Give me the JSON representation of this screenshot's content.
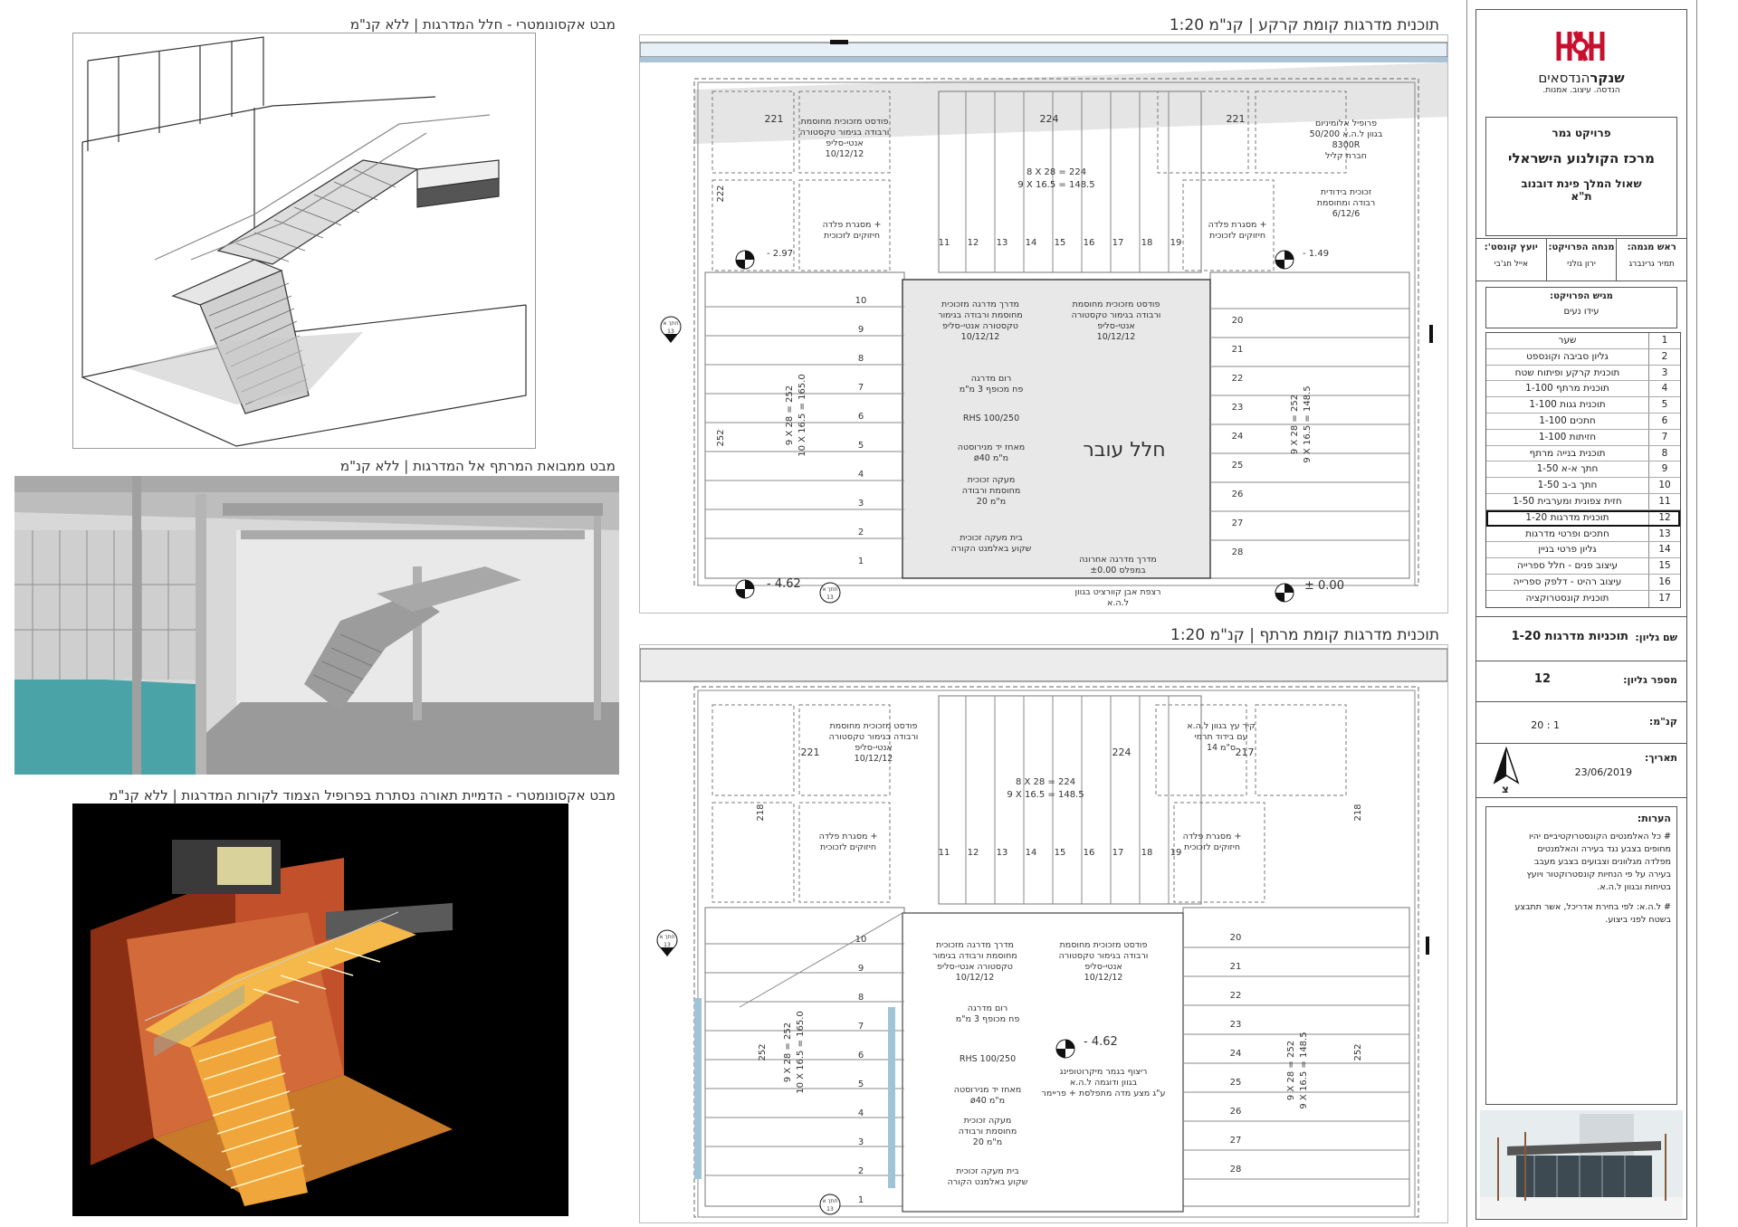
{
  "captions": {
    "axo_top": "מבט אקסונומטרי - חלל המדרגות | ללא קנ\"מ",
    "entry_view": "מבט ממבואת המרתף אל המדרגות | ללא קנ\"מ",
    "axo_render": "מבט אקסונומטרי - הדמיית תאורה נסתרת בפרופיל הצמוד לקורות המדרגות | ללא קנ\"מ",
    "plan_ground": "תוכנית מדרגות קומת קרקע | קנ\"מ 1:20",
    "plan_basement": "תוכנית מדרגות קומת מרתף | קנ\"מ 1:20"
  },
  "plan_ground": {
    "room_left": "221",
    "room_mid": "224",
    "room_right": "221",
    "dim_top_1": "8 X 28 = 224",
    "dim_top_2": "9 X 16.5 = 148.5",
    "dim_left_vert": "222",
    "dim_left_252": "252",
    "dim_left_1": "9 X 28 = 252",
    "dim_left_2": "10 X 16.5 = 165.0",
    "dim_right_1": "9 X 28 = 252",
    "dim_right_2": "9 X 16.5 = 148.5",
    "void_label": "חלל עובר",
    "level_left": "- 2.97",
    "level_right": "- 1.49",
    "level_bottom_left": "- 4.62",
    "level_bottom_right": "± 0.00",
    "note_podest_1": "פודסט מזכוכית מחוסמת",
    "note_podest_2": "ורבודה בגימור טקסטורה",
    "note_podest_3": "אנטי-סליפ",
    "note_podest_4": "10/12/12",
    "note_frame_1": "מסגרת פלדה +",
    "note_frame_2": "חיזוקים לזכוכית",
    "note_alu_1": "פרופיל אלומיניום",
    "note_alu_2": "50/200 בגוון ל.ה.א",
    "note_alu_3": "8300R",
    "note_alu_4": "חברת קליל",
    "note_glass_1": "זכוכית בידודית",
    "note_glass_2": "רבודה ומחוסמת",
    "note_glass_3": "6/12/6",
    "note_step_1": "מדרך מדרגה מזכוכית",
    "note_step_2": "מחוסמת ורבודה בגימור",
    "note_step_3": "טקסטורה אנטי-סליפ",
    "note_step_4": "10/12/12",
    "note_riser_1": "רום מדרגה",
    "note_riser_2": "פח מכופף 3 מ\"מ",
    "note_rhs": "RHS 100/250",
    "note_handrail_1": "מאחז יד מנירוסטה",
    "note_handrail_2": "ø40 מ\"מ",
    "note_rail_1": "מעקה זכוכית",
    "note_rail_2": "מחוסמת ורבודה",
    "note_rail_3": "20 מ\"מ",
    "note_socket_1": "בית מעקה זכוכית",
    "note_socket_2": "שקוע באלמנט הקורה",
    "note_last_1": "מדרך מדרגה אחרונה",
    "note_last_2": "במפלס ±0.00",
    "note_floor_1": "רצפת אבן קוורציט בגוון",
    "note_floor_2": "ל.ה.א",
    "section_tag": "חתך א",
    "section_num": "13"
  },
  "plan_basement": {
    "room_left": "221",
    "room_mid": "224",
    "room_right": "217",
    "dim_top_1": "8 X 28 = 224",
    "dim_top_2": "9 X 16.5 = 148.5",
    "dim_left_218": "218",
    "dim_right_218": "218",
    "dim_252_l": "252",
    "dim_252_r": "252",
    "dim_left_1": "9 X 28 = 252",
    "dim_left_2": "10 X 16.5 = 165.0",
    "dim_right_1": "9 X 28 = 252",
    "dim_right_2": "9 X 16.5 = 148.5",
    "level_mid": "- 4.62",
    "note_wall_1": "קיר עץ בגוון ל.ה.א",
    "note_wall_2": "עם בידוד תרמי",
    "note_wall_3": "14 ס\"מ",
    "note_floor_1": "ריצוף בגמר מיקרוטופינג",
    "note_floor_2": "בגוון ודוגמה ל.ה.א",
    "note_floor_3": "ע\"ג מצע מדה מתפלסת + פריימר",
    "note_step_1": "מדרך מדרגה מזכוכית",
    "note_step_2": "מחוסמת ורבודה בגימור",
    "note_step_3": "טקסטורה אנטי-סליפ",
    "note_step_4": "10/12/12"
  },
  "steps_left_ground": [
    "10",
    "9",
    "8",
    "7",
    "6",
    "5",
    "4",
    "3",
    "2",
    "1"
  ],
  "steps_top": [
    "11",
    "12",
    "13",
    "14",
    "15",
    "16",
    "17",
    "18",
    "19"
  ],
  "steps_right": [
    "20",
    "21",
    "22",
    "23",
    "24",
    "25",
    "26",
    "27",
    "28"
  ],
  "title_block": {
    "logo_main": "שנקר",
    "logo_sub": "הנדסאים",
    "logo_tag": "הנדסה. עיצוב. אמנות.",
    "project_type": "פרויקט גמר",
    "project_name": "מרכז הקולנוע הישראלי",
    "address_1": "שאול המלך פינת דובנוב",
    "address_2": "ת\"א",
    "head_label": "ראש מגמה:",
    "head_name": "תמיר גרינברג",
    "manager_label": "מנחה הפרויקט:",
    "manager_name": "ירון גולני",
    "consultant_label": "יועץ קונסט':",
    "consultant_name": "אייל חג'בי",
    "presenter_label": "מגיש הפרויקט:",
    "presenter_name": "עידו נעים",
    "sheet_name_label": "שם גליון:",
    "sheet_name": "תוכניות מדרגות 1-20",
    "sheet_no_label": "מספר גליון:",
    "sheet_no": "12",
    "scale_label": "קנ\"מ:",
    "scale": "1 : 20",
    "date_label": "תאריך:",
    "date": "23/06/2019",
    "north_label": "צ",
    "notes_label": "הערות:",
    "note_1a": "# כל האלמנטים הקונסטרוקטיביים יהיו",
    "note_1b": "מחופים בצבע נגד בעירה והאלמנטים",
    "note_1c": "מפלדה מגלוונים וצבועים בצבע מעבב",
    "note_1d": "בעירה על פי הנחיות קונסטרוקטור ויועץ",
    "note_1e": "בטיחות ובגוון ל.ה.א.",
    "note_2a": "# ל.ה.א: לפי בחירת אדריכל, אשר תתבצע",
    "note_2b": "בשטח לפני ביצוע."
  },
  "sheets": [
    {
      "num": "1",
      "name": "שער"
    },
    {
      "num": "2",
      "name": "גליון סביבה וקונספט"
    },
    {
      "num": "3",
      "name": "תוכנית קרקע ופיתוח שטח"
    },
    {
      "num": "4",
      "name": "תוכנית מרתף 1-100"
    },
    {
      "num": "5",
      "name": "תוכנית גגות 1-100"
    },
    {
      "num": "6",
      "name": "חתכים 1-100"
    },
    {
      "num": "7",
      "name": "חזיתות 1-100"
    },
    {
      "num": "8",
      "name": "תוכנית בנייה מרתף"
    },
    {
      "num": "9",
      "name": "חתך א-א 1-50"
    },
    {
      "num": "10",
      "name": "חתך ב-ב 1-50"
    },
    {
      "num": "11",
      "name": "חזית צפונית ומערבית 1-50"
    },
    {
      "num": "12",
      "name": "תוכנית מדרגות 1-20"
    },
    {
      "num": "13",
      "name": "חתכים ופרטי מדרגות"
    },
    {
      "num": "14",
      "name": "גליון פרטי בניין"
    },
    {
      "num": "15",
      "name": "עיצוב פנים - חלל ספרייה"
    },
    {
      "num": "16",
      "name": "עיצוב רהיט - דלפק ספרייה"
    },
    {
      "num": "17",
      "name": "תוכנית קונסטרוקציה"
    }
  ],
  "current_sheet": "12",
  "colors": {
    "line": "#555555",
    "render_bg": "#000000",
    "render_wall": "#c2502a",
    "render_light": "#f5b84a",
    "teal_floor": "#4aa3a7"
  }
}
